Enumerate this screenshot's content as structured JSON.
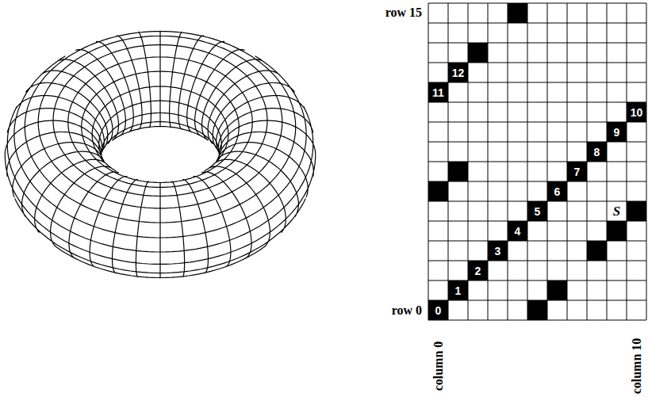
{
  "diagram": {
    "labels": [
      "row 15",
      "row 0",
      "column 0",
      "column 10",
      "0",
      "1",
      "2",
      "3",
      "4",
      "5",
      "6",
      "7",
      "8",
      "9",
      "10",
      "11",
      "12",
      "S"
    ]
  }
}
